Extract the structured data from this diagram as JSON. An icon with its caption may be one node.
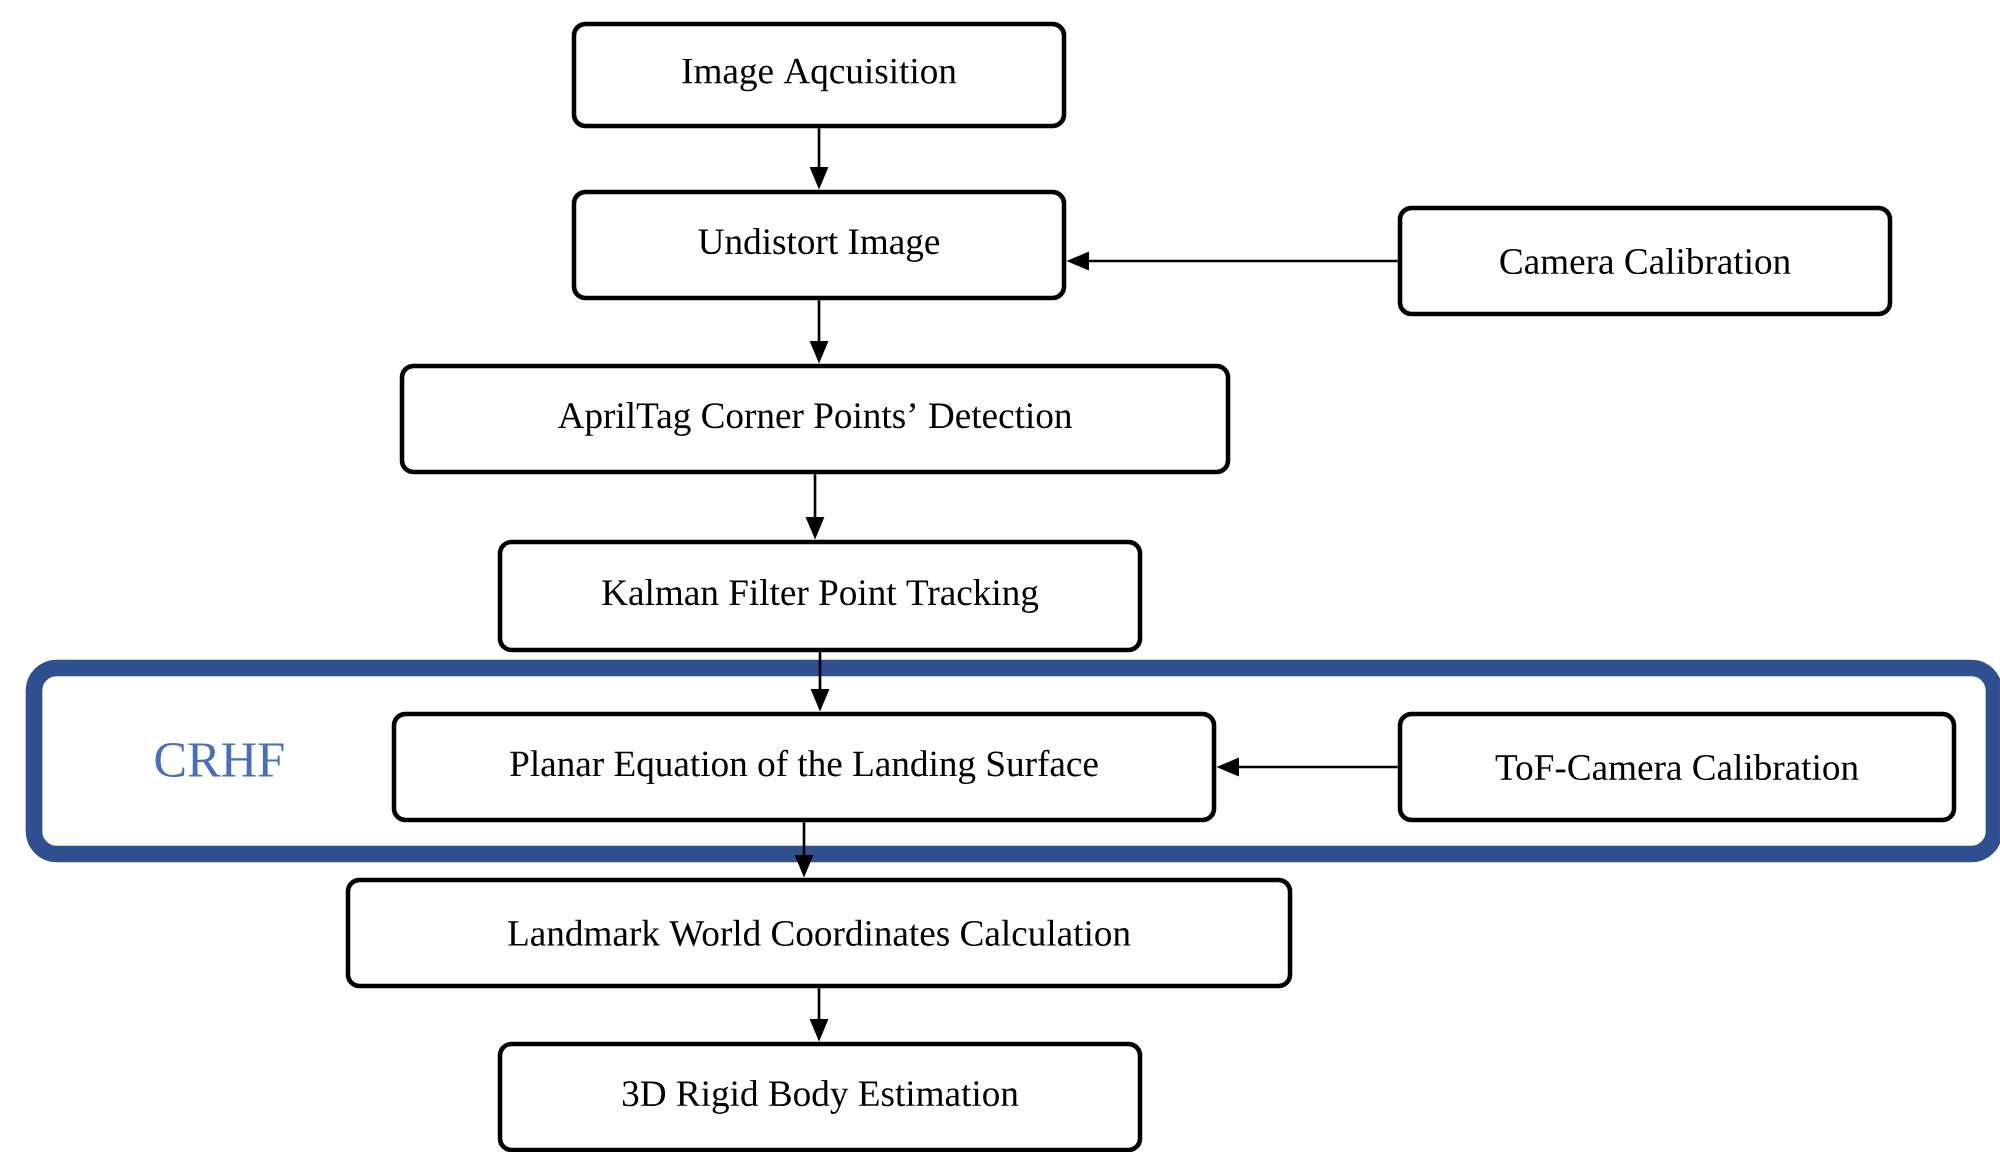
{
  "diagram": {
    "nodes": [
      {
        "text": [
          "Image Aqcuisition"
        ]
      },
      {
        "text": [
          "Undistort Image"
        ]
      },
      {
        "text": [
          "Camera Calibration"
        ]
      },
      {
        "text": [
          "AprilTag Corner Points’ Detection"
        ]
      },
      {
        "text": [
          "Kalman Filter Point Tracking"
        ]
      },
      {
        "text": [
          "CRHF"
        ]
      },
      {
        "text": [
          "Planar Equation of the Landing Surface"
        ],
        "in": 5
      },
      {
        "text": [
          "ToF-Camera Calibration"
        ],
        "in": 5
      },
      {
        "text": [
          "Landmark World Coordinates Calculation"
        ]
      },
      {
        "text": [
          "3D Rigid Body Estimation"
        ]
      }
    ],
    "edges": [
      {
        "from": 0,
        "to": 1,
        "arrow": "to"
      },
      {
        "from": 2,
        "to": 1,
        "arrow": "to"
      },
      {
        "from": 1,
        "to": 3,
        "arrow": "to"
      },
      {
        "from": 3,
        "to": 4,
        "arrow": "to"
      },
      {
        "from": 4,
        "to": 6,
        "arrow": "to"
      },
      {
        "from": 7,
        "to": 6,
        "arrow": "to"
      },
      {
        "from": 6,
        "to": 8,
        "arrow": "to"
      },
      {
        "from": 8,
        "to": 9,
        "arrow": "to"
      }
    ]
  }
}
